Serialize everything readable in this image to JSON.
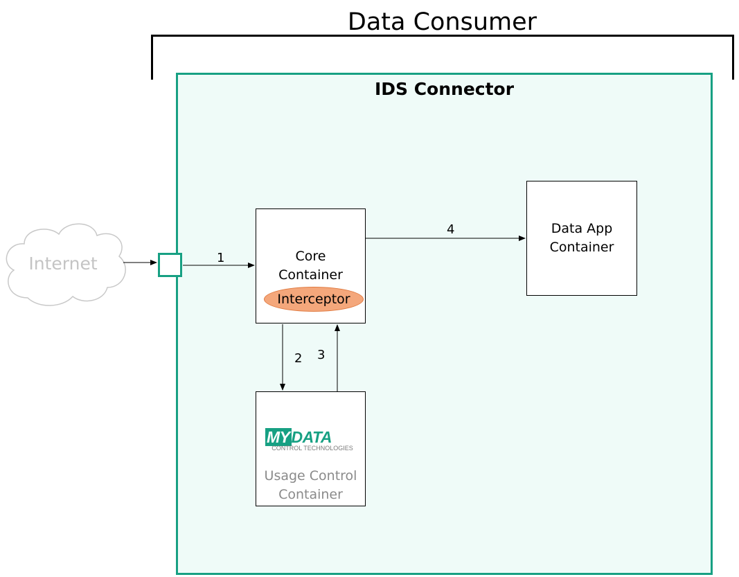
{
  "diagram": {
    "title": "Data Consumer",
    "connector_title": "IDS Connector",
    "internet_label": "Internet",
    "core_container": {
      "line1": "Core",
      "line2": "Container",
      "interceptor": "Interceptor"
    },
    "data_app_container": {
      "line1": "Data App",
      "line2": "Container"
    },
    "usage_control_container": {
      "logo_main": "MYDATA",
      "logo_my": "MY",
      "logo_data": "DATA",
      "logo_sub": "CONTROL TECHNOLOGIES",
      "line1": "Usage Control",
      "line2": "Container"
    },
    "edges": [
      {
        "label": "1",
        "from": "port",
        "to": "core"
      },
      {
        "label": "2",
        "from": "core",
        "to": "usage_control"
      },
      {
        "label": "3",
        "from": "usage_control",
        "to": "core"
      },
      {
        "label": "4",
        "from": "core",
        "to": "data_app"
      }
    ],
    "colors": {
      "connector_border": "#17a083",
      "connector_fill": "#effbf8",
      "interceptor_fill": "#f4a77b",
      "internet": "#c4c4c4"
    }
  }
}
